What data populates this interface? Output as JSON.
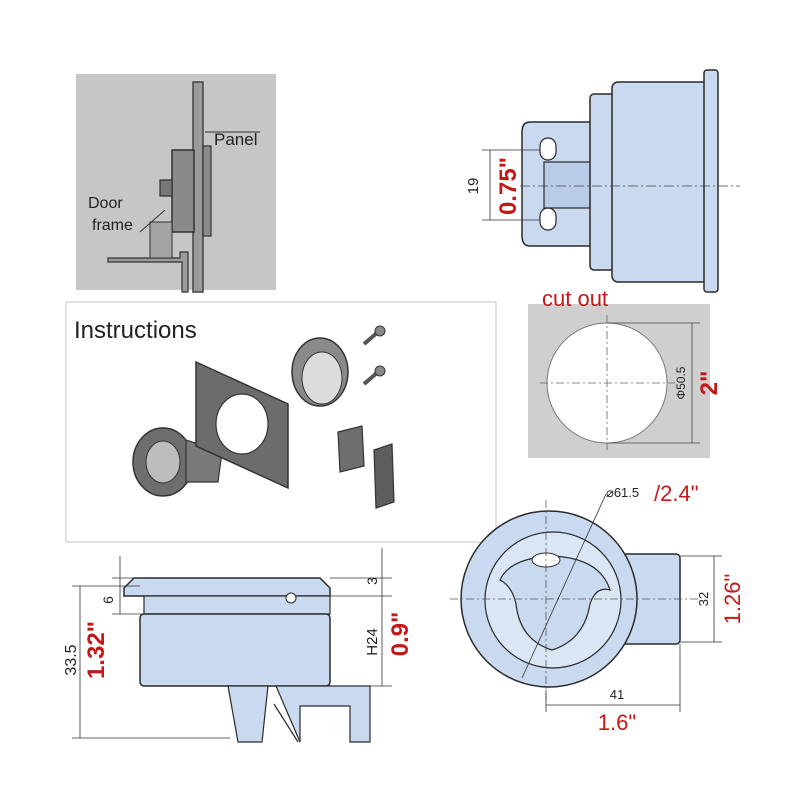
{
  "panel_side": {
    "panel_label": "Panel",
    "door_label_1": "Door",
    "door_label_2": "frame"
  },
  "top_right": {
    "dim_mm": "19",
    "dim_in": "0.75\""
  },
  "instructions": {
    "title": "Instructions"
  },
  "cutout": {
    "title": "cut out",
    "dim_mm": "Φ50.5",
    "dim_in": "2\""
  },
  "bottom_left": {
    "top_mm": "3",
    "left_mm_small": "6",
    "height_mm": "H24",
    "height_in": "0.9\"",
    "total_mm": "33.5",
    "total_in": "1.32\""
  },
  "bottom_right": {
    "dia_mm": "⌀61.5",
    "dia_in": "/2.4\"",
    "width_mm": "41",
    "width_in": "1.6\"",
    "tab_mm": "32",
    "tab_in": "1.26\""
  },
  "colors": {
    "part_blue": "#c9d9ef",
    "line_dark": "#2a2a2a",
    "dim_red": "#c41818",
    "photo_gray": "#bfbfbf"
  }
}
